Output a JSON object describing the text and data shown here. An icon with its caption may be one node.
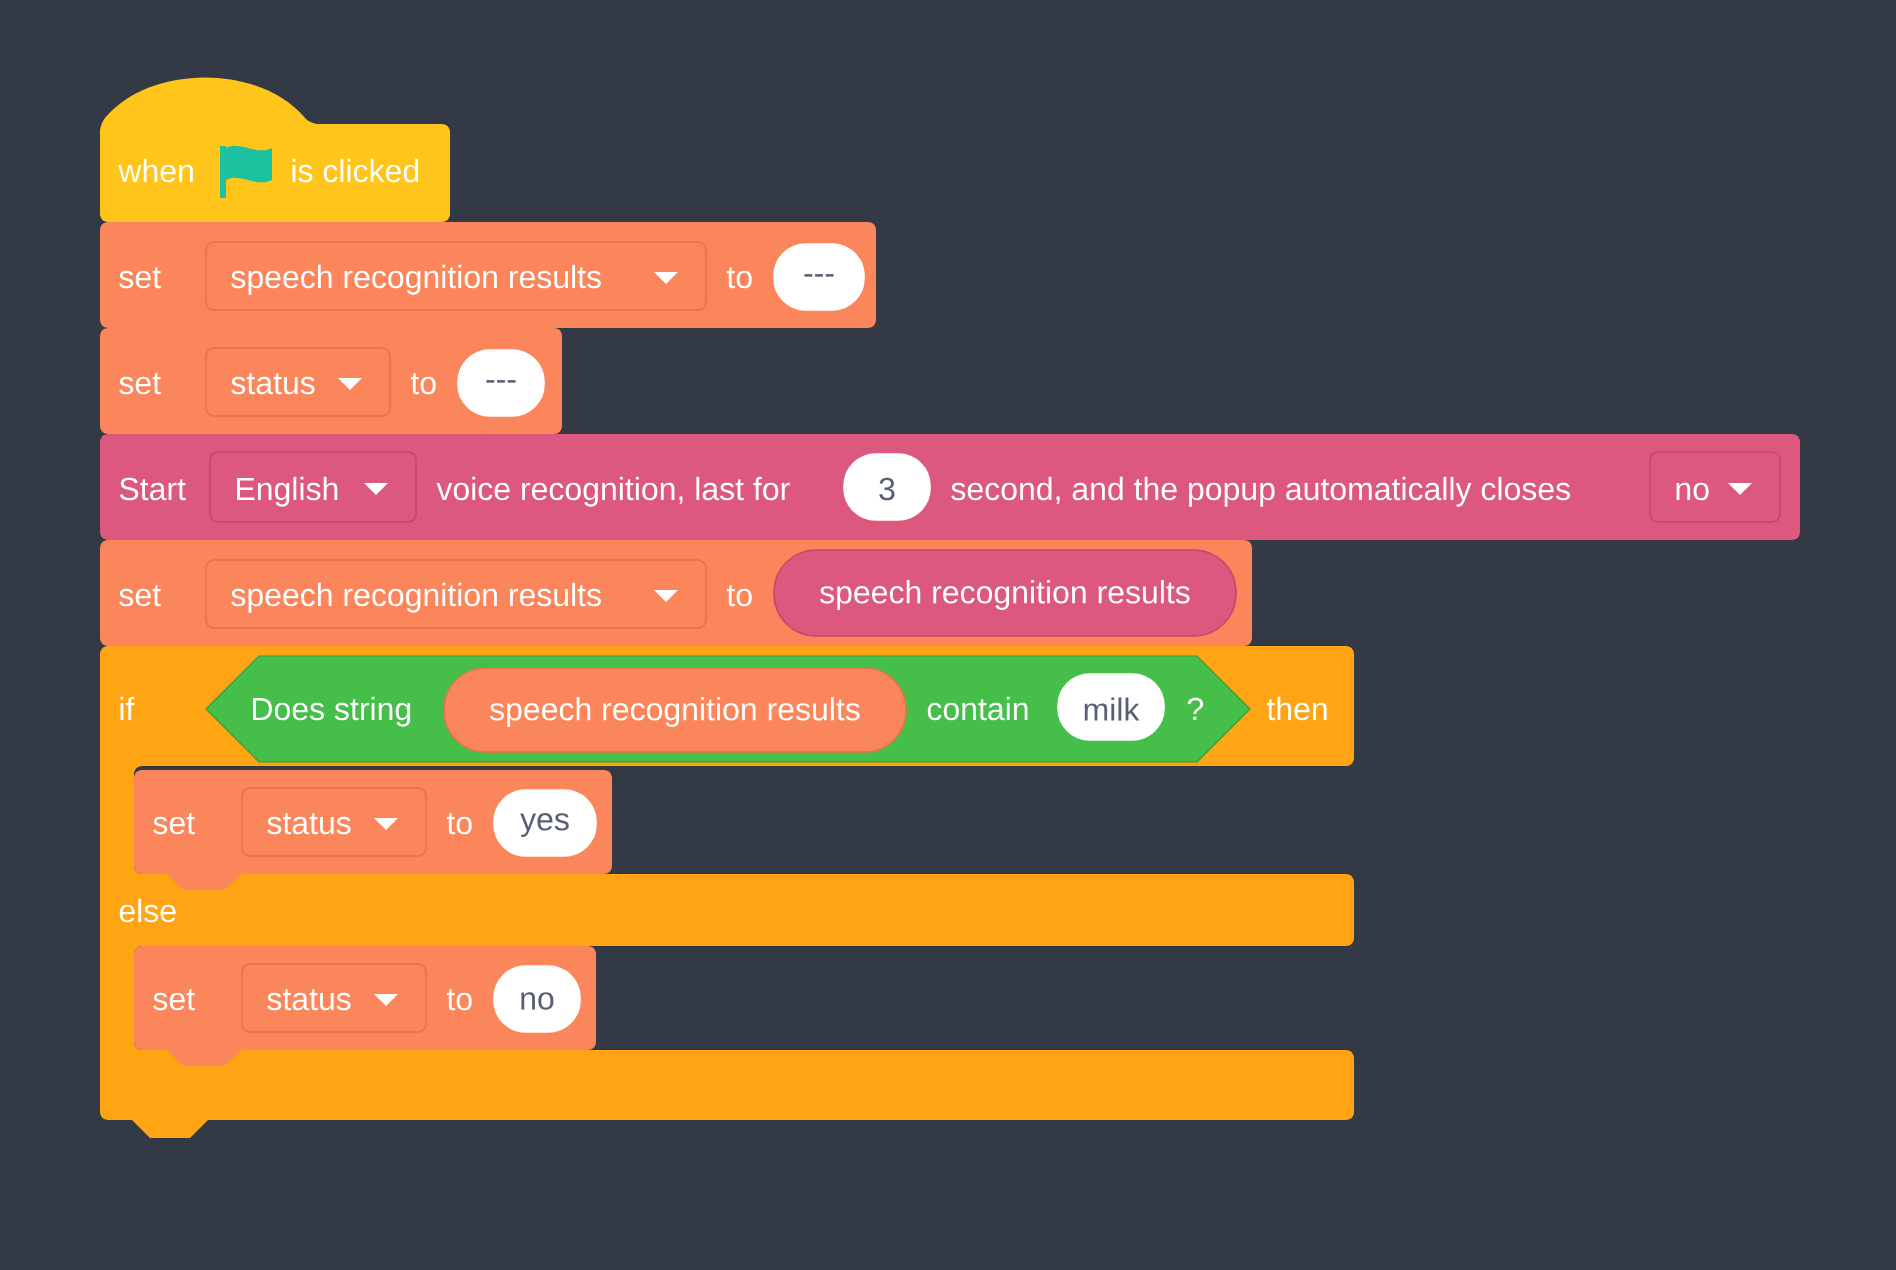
{
  "diagram": {
    "nodes": [
      {
        "text": [
          "when",
          "is clicked"
        ]
      },
      {
        "text": [
          "set",
          "to"
        ]
      },
      {
        "text": [
          "speech recognition results"
        ],
        "in": 1
      },
      {
        "text": [
          "---"
        ],
        "in": 1
      },
      {
        "text": [
          "set",
          "to"
        ]
      },
      {
        "text": [
          "status"
        ],
        "in": 4
      },
      {
        "text": [
          "---"
        ],
        "in": 4
      },
      {
        "text": [
          "Start",
          "voice recognition, last for",
          "second, and the popup automatically closes"
        ]
      },
      {
        "text": [
          "English"
        ],
        "in": 7
      },
      {
        "text": [
          "3"
        ],
        "in": 7
      },
      {
        "text": [
          "no"
        ],
        "in": 7
      },
      {
        "text": [
          "set",
          "to"
        ]
      },
      {
        "text": [
          "speech recognition results"
        ],
        "in": 11
      },
      {
        "text": [
          "speech recognition results"
        ],
        "in": 11
      },
      {
        "text": [
          "if",
          "then",
          "else"
        ]
      },
      {
        "text": [
          "Does string",
          "contain",
          "?"
        ],
        "in": 14
      },
      {
        "text": [
          "speech recognition results"
        ],
        "in": 15
      },
      {
        "text": [
          "milk"
        ],
        "in": 15
      },
      {
        "text": [
          "set",
          "to"
        ],
        "in": 14
      },
      {
        "text": [
          "status"
        ],
        "in": 18
      },
      {
        "text": [
          "yes"
        ],
        "in": 18
      },
      {
        "text": [
          "set",
          "to"
        ],
        "in": 14
      },
      {
        "text": [
          "status"
        ],
        "in": 21
      },
      {
        "text": [
          "no"
        ],
        "in": 21
      }
    ]
  }
}
